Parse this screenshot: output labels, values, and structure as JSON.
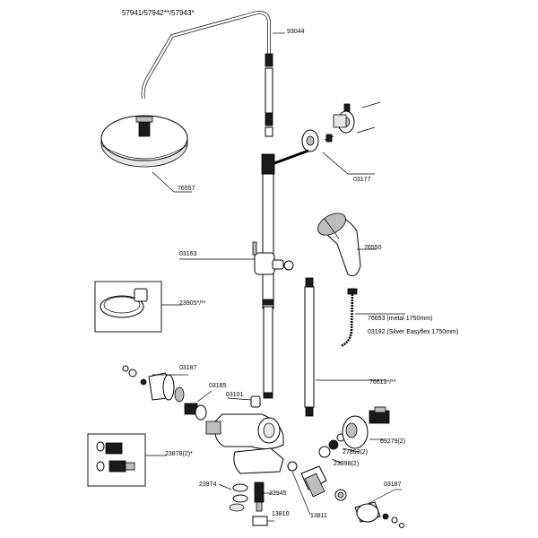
{
  "header": {
    "model_numbers": "57941/57942**/57943*"
  },
  "labels": {
    "arm": "93044",
    "wall_bracket": "03177",
    "rain_head": "76557",
    "hand_shower": "76550",
    "slider": "03163",
    "holder_ring": "23905*/**",
    "hose_metal": "76653 (metal  1750mm)",
    "hose_silver": "03192 (Silver Easyflex 1750mm)",
    "riser_tube": "76613*/**",
    "knob_left": "03187",
    "cartridge_left": "03185",
    "cap": "03101",
    "handle_right": "69279(2)",
    "nut_right": "27863(2)",
    "seal_right": "23898(2)",
    "kit_box": "23878(2)*",
    "washers": "23974",
    "cartridge_bottom": "23945",
    "spout": "13810",
    "thermo_element": "13811",
    "knob_right": "03187"
  }
}
